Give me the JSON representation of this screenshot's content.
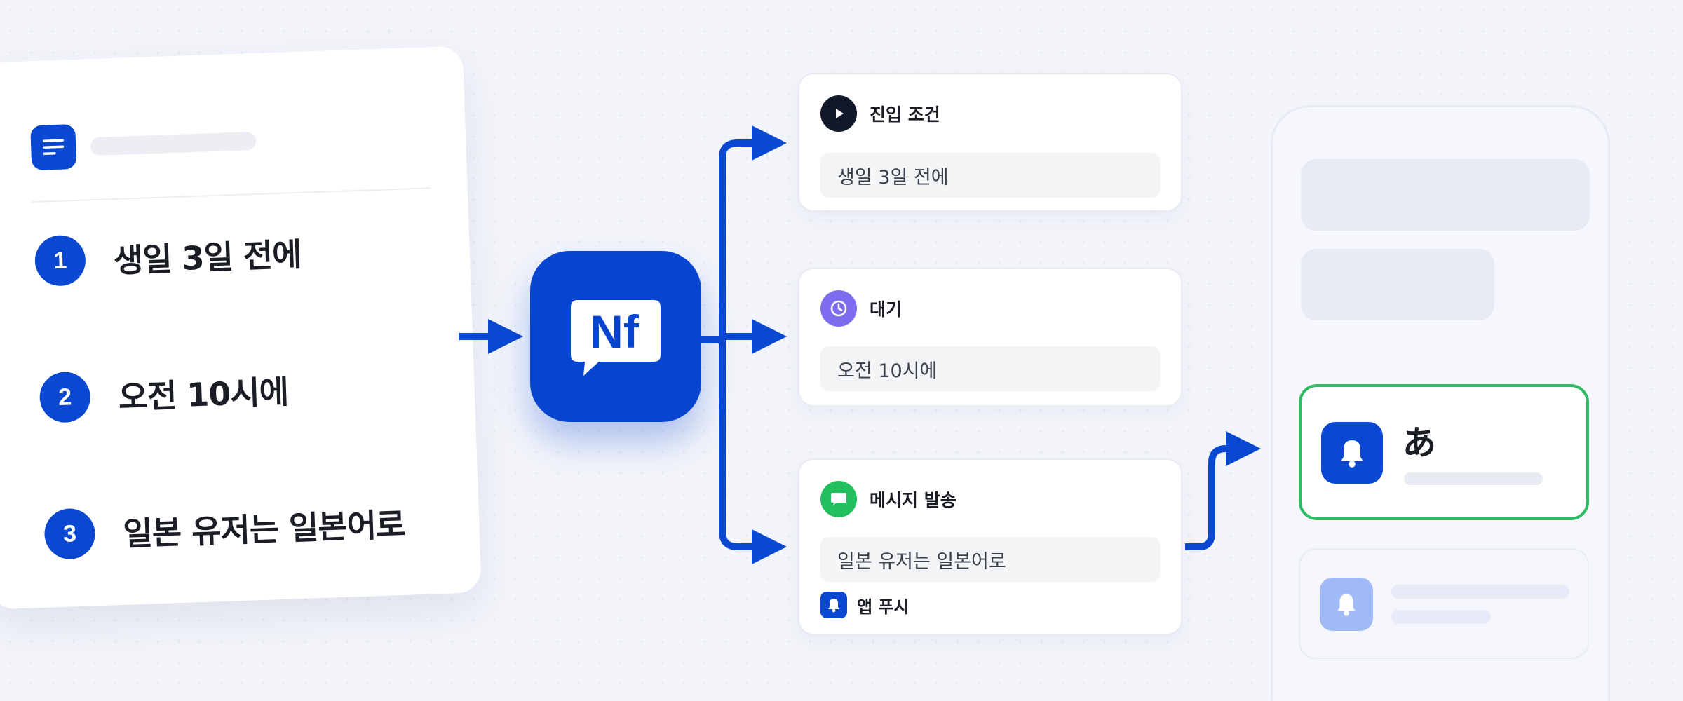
{
  "left_card": {
    "steps": [
      {
        "num": "1",
        "text": "생일 3일 전에"
      },
      {
        "num": "2",
        "text": "오전 10시에"
      },
      {
        "num": "3",
        "text": "일본 유저는 일본어로"
      }
    ]
  },
  "logo": {
    "text": "Nf"
  },
  "flow": [
    {
      "title": "진입 조건",
      "value": "생일 3일 전에",
      "icon": "play-icon",
      "color": "#11182a"
    },
    {
      "title": "대기",
      "value": "오전 10시에",
      "icon": "clock-icon",
      "color": "#7d6ef0"
    },
    {
      "title": "메시지 발송",
      "value": "일본 유저는 일본어로",
      "icon": "chat-icon",
      "color": "#22c05c",
      "channel": "앱 푸시"
    }
  ],
  "phone": {
    "notification_title": "あ"
  },
  "colors": {
    "brand": "#0545cf",
    "success": "#2dbb63",
    "wait": "#7d6ef0",
    "arrow": "#0b48d1"
  }
}
